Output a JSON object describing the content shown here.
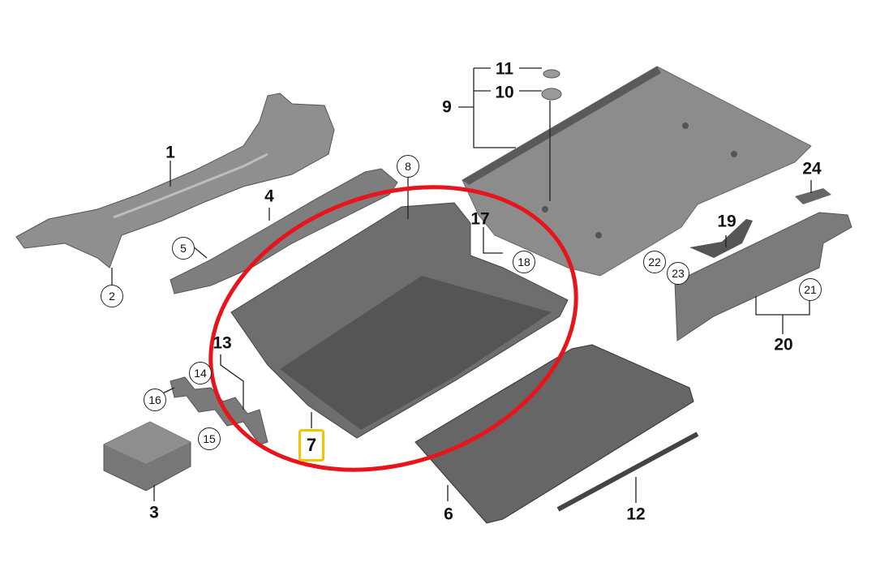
{
  "diagram": {
    "title": "Luggage compartment trim parts diagram",
    "colors": {
      "part_fill": "#8a8a8a",
      "part_dark": "#5e5e5e",
      "part_light": "#b4b4b4",
      "highlight_ellipse": "#e8141c",
      "highlight_box": "#f2c300"
    },
    "highlighted_part": "7",
    "labels": [
      {
        "id": "1",
        "text": "1",
        "style": "bold"
      },
      {
        "id": "2",
        "text": "2",
        "style": "circled"
      },
      {
        "id": "3",
        "text": "3",
        "style": "bold"
      },
      {
        "id": "4",
        "text": "4",
        "style": "bold"
      },
      {
        "id": "5",
        "text": "5",
        "style": "circled"
      },
      {
        "id": "6",
        "text": "6",
        "style": "bold"
      },
      {
        "id": "7",
        "text": "7",
        "style": "highlighted"
      },
      {
        "id": "8",
        "text": "8",
        "style": "circled"
      },
      {
        "id": "9",
        "text": "9",
        "style": "bold"
      },
      {
        "id": "10",
        "text": "10",
        "style": "bold"
      },
      {
        "id": "11",
        "text": "11",
        "style": "bold"
      },
      {
        "id": "12",
        "text": "12",
        "style": "bold"
      },
      {
        "id": "13",
        "text": "13",
        "style": "bold"
      },
      {
        "id": "14",
        "text": "14",
        "style": "circled"
      },
      {
        "id": "15",
        "text": "15",
        "style": "circled"
      },
      {
        "id": "16",
        "text": "16",
        "style": "circled"
      },
      {
        "id": "17",
        "text": "17",
        "style": "bold"
      },
      {
        "id": "18",
        "text": "18",
        "style": "circled"
      },
      {
        "id": "19",
        "text": "19",
        "style": "bold"
      },
      {
        "id": "20",
        "text": "20",
        "style": "bold"
      },
      {
        "id": "21",
        "text": "21",
        "style": "circled"
      },
      {
        "id": "22",
        "text": "22",
        "style": "circled"
      },
      {
        "id": "23",
        "text": "23",
        "style": "circled"
      },
      {
        "id": "24",
        "text": "24",
        "style": "bold"
      }
    ]
  }
}
